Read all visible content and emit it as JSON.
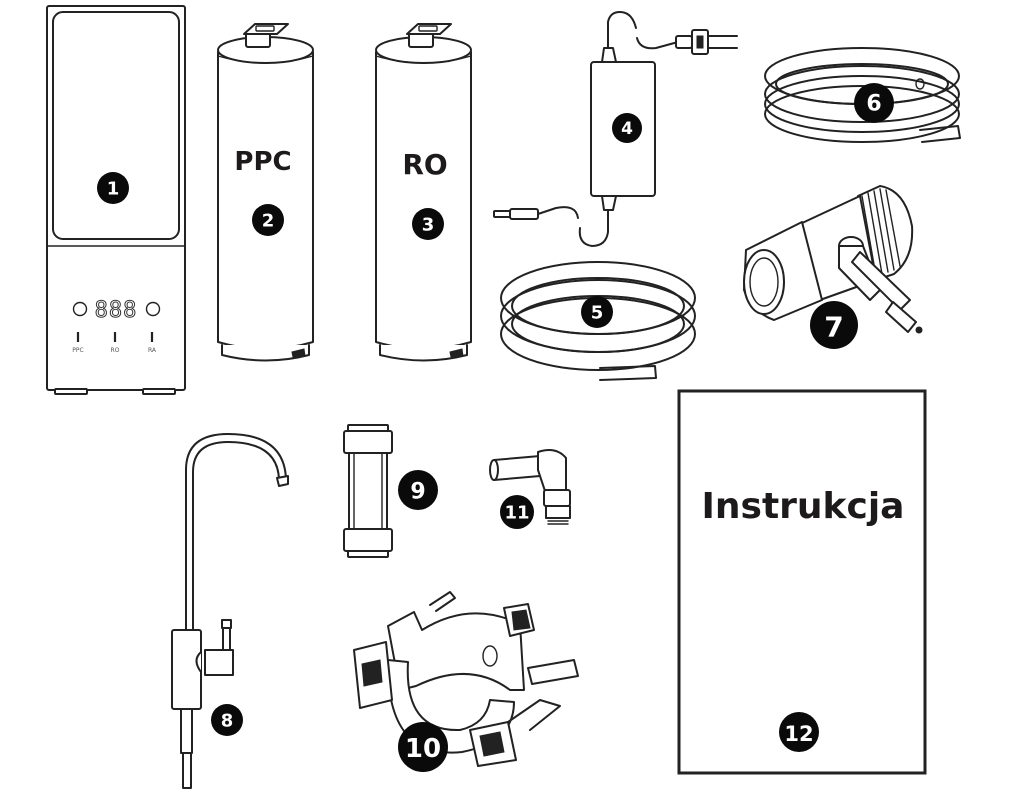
{
  "diagram": {
    "title": "Water purifier package contents",
    "parts": [
      {
        "number": "1",
        "name": "RO purifier unit"
      },
      {
        "number": "2",
        "name": "PPC filter cartridge",
        "label": "PPC"
      },
      {
        "number": "3",
        "name": "RO filter cartridge",
        "label": "RO"
      },
      {
        "number": "4",
        "name": "Power adapter"
      },
      {
        "number": "5",
        "name": "Water tube (coil)"
      },
      {
        "number": "6",
        "name": "Drain tube (coil)"
      },
      {
        "number": "7",
        "name": "Feed water tee valve"
      },
      {
        "number": "8",
        "name": "Faucet"
      },
      {
        "number": "9",
        "name": "Straight connector"
      },
      {
        "number": "10",
        "name": "Drain saddle clamp"
      },
      {
        "number": "11",
        "name": "Elbow connector"
      },
      {
        "number": "12",
        "name": "Instruction manual",
        "label": "Instrukcja"
      }
    ],
    "unit_panel": {
      "display": "888",
      "indicators": [
        "PPC",
        "RO",
        "RA"
      ]
    }
  }
}
